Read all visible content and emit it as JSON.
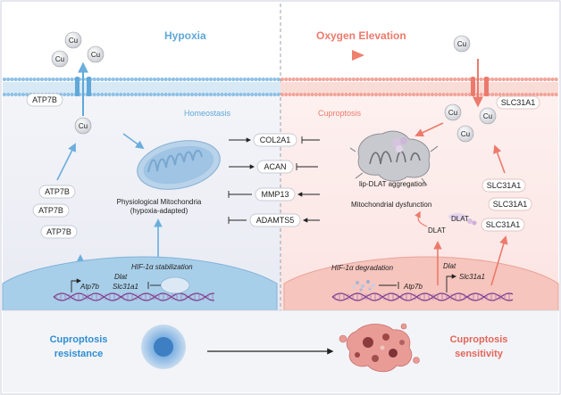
{
  "colors": {
    "hypoxia_blue": "#5fa8d8",
    "elevation_red": "#ec7a6c",
    "left_panel_bg": "#ecedf5",
    "right_panel_bg": "#fbe9e8",
    "nucleus_left": "#a8cfe9",
    "nucleus_right": "#f6c5bd",
    "dna": "#7e3f8f",
    "resistance_text": "#2f8ed2",
    "sensitivity_text": "#e2665a"
  },
  "header": {
    "left_title": "Hypoxia",
    "right_title": "Oxygen Elevation"
  },
  "left_panel": {
    "state": "Homeostasis",
    "copper": [
      "Cu",
      "Cu",
      "Cu",
      "Cu"
    ],
    "transporter_membrane": "ATP7B",
    "transporters_cytosol": [
      "ATP7B",
      "ATP7B",
      "ATP7B"
    ],
    "mito_label_line1": "Physiological Mitochondria",
    "mito_label_line2": "(hypoxia-adapted)",
    "nucleus": {
      "hif": "HIF-1α stabilization",
      "gene_dlat": "Dlat",
      "gene_slc": "Slc31a1",
      "gene_atp7b": "Atp7b"
    }
  },
  "middle_markers": [
    "COL2A1",
    "ACAN",
    "MMP13",
    "ADAMTS5"
  ],
  "right_panel": {
    "state": "Cuproptosis",
    "copper": [
      "Cu",
      "Cu",
      "Cu",
      "Cu"
    ],
    "transporter_membrane": "SLC31A1",
    "transporters_cytosol": [
      "SLC31A1",
      "SLC31A1",
      "SLC31A1"
    ],
    "aggregation_label": "lip-DLAT aggregation",
    "dysfunction_label": "Mitochondrial dysfunction",
    "dlat_labels": [
      "DLAT",
      "DLAT"
    ],
    "nucleus": {
      "hif": "HIF-1α degradation",
      "gene_atp7b": "Atp7b",
      "gene_dlat": "Dlat",
      "gene_slc": "Slc31a1"
    }
  },
  "footer": {
    "left_line1": "Cuproptosis",
    "left_line2": "resistance",
    "right_line1": "Cuproptosis",
    "right_line2": "sensitivity"
  }
}
